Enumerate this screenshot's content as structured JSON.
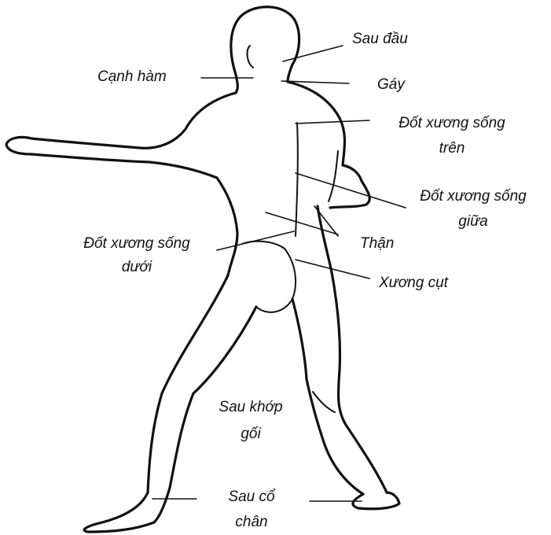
{
  "labels": {
    "sau_dau": "Sau đầu",
    "canh_ham": "Cạnh hàm",
    "gay": "Gáy",
    "dot_xuong_song_tren_1": "Đốt xương sống",
    "dot_xuong_song_tren_2": "trên",
    "dot_xuong_song_giua_1": "Đốt xương sống",
    "dot_xuong_song_giua_2": "giữa",
    "dot_xuong_song_duoi_1": "Đốt xương sống",
    "dot_xuong_song_duoi_2": "dưới",
    "than": "Thận",
    "xuong_cut": "Xương cụt",
    "sau_khop_goi_1": "Sau khớp",
    "sau_khop_goi_2": "gối",
    "sau_co_chan_1": "Sau cổ",
    "sau_co_chan_2": "chân"
  },
  "colors": {
    "ink": "#111111",
    "background": "#ffffff"
  }
}
